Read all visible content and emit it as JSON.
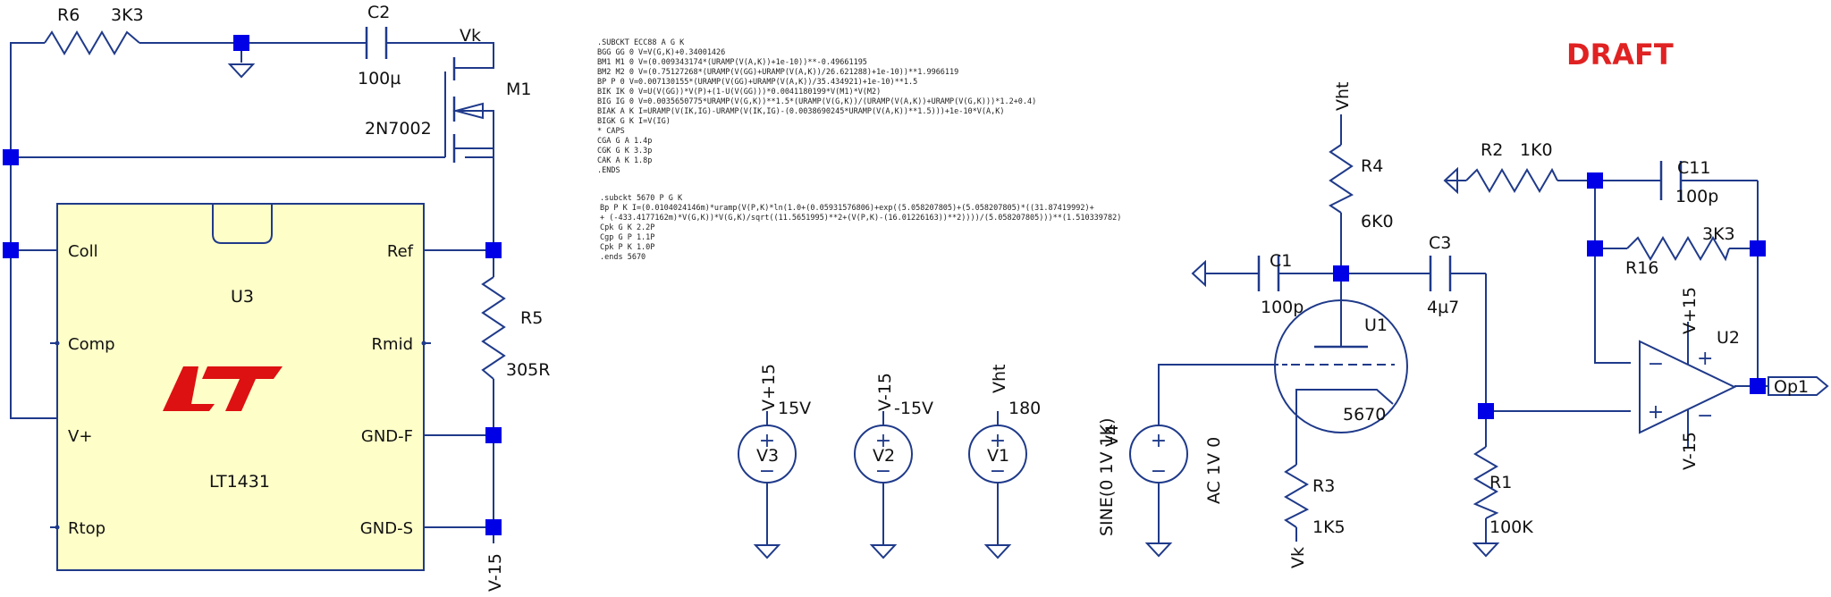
{
  "draft_label": "DRAFT",
  "watermark_logo": "LT",
  "nets": {
    "vk_top": "Vk",
    "vk_bottom": "Vk",
    "vht_r4": "Vht",
    "vht_v1": "Vht",
    "vp15_v3": "V+15",
    "vm15_v2": "V-15",
    "vp15_u2": "V+15",
    "vm15_u2": "V-15",
    "vm15_u3": "V-15",
    "op1": "Op1"
  },
  "components": {
    "R6": {
      "ref": "R6",
      "value": "3K3"
    },
    "C2": {
      "ref": "C2",
      "value": "100µ"
    },
    "M1": {
      "ref": "M1",
      "value": "2N7002"
    },
    "U3": {
      "ref": "U3",
      "value": "LT1431",
      "pins": {
        "coll": "Coll",
        "comp": "Comp",
        "vplus": "V+",
        "rtop": "Rtop",
        "ref": "Ref",
        "rmid": "Rmid",
        "gndf": "GND-F",
        "gnds": "GND-S"
      }
    },
    "R5": {
      "ref": "R5",
      "value": "305R"
    },
    "V3": {
      "ref": "V3",
      "value": "15V"
    },
    "V2": {
      "ref": "V2",
      "value": "-15V"
    },
    "V1": {
      "ref": "V1",
      "value": "180"
    },
    "V4": {
      "ref": "V4",
      "value": "SINE(0 1V 1K)",
      "ac": "AC 1V 0"
    },
    "C1": {
      "ref": "C1",
      "value": "100p"
    },
    "R4": {
      "ref": "R4",
      "value": "6K0"
    },
    "C3": {
      "ref": "C3",
      "value": "4µ7"
    },
    "U1": {
      "ref": "U1",
      "value": "5670"
    },
    "R3": {
      "ref": "R3",
      "value": "1K5"
    },
    "R1": {
      "ref": "R1",
      "value": "100K"
    },
    "R2": {
      "ref": "R2",
      "value": "1K0"
    },
    "C11": {
      "ref": "C11",
      "value": "100p"
    },
    "R16": {
      "ref": "R16",
      "value": "3K3"
    },
    "U2": {
      "ref": "U2"
    }
  },
  "spice_ecc88": [
    ".SUBCKT ECC88 A G K",
    "BGG   GG   0 V=V(G,K)+0.34001426",
    "BM1   M1   0 V=(0.009343174*(URAMP(V(A,K))+1e-10))**-0.49661195",
    "BM2   M2   0 V=(0.75127268*(URAMP(V(GG)+URAMP(V(A,K))/26.621288)+1e-10))**1.9966119",
    "BP    P    0 V=0.007130155*(URAMP(V(GG)+URAMP(V(A,K))/35.434921)+1e-10)**1.5",
    "BIK   IK   0 V=U(V(GG))*V(P)+(1-U(V(GG)))*0.0041180199*V(M1)*V(M2)",
    "BIG   IG   0 V=0.0035650775*URAMP(V(G,K))**1.5*(URAMP(V(G,K))/(URAMP(V(A,K))+URAMP(V(G,K)))*1.2+0.4)",
    "BIAK  A    K I=URAMP(V(IK,IG)-URAMP(V(IK,IG)-(0.0038690245*URAMP(V(A,K))**1.5)))+1e-10*V(A,K)",
    "BIGK  G    K I=V(IG)",
    "* CAPS",
    "CGA   G    A 1.4p",
    "CGK   G    K 3.3p",
    "CAK   A    K 1.8p",
    ".ENDS"
  ],
  "spice_5670": [
    ".subckt 5670 P G K",
    "Bp P K I=(0.0104024146m)*uramp(V(P,K)*ln(1.0+(0.05931576806)+exp((5.058207805)+(5.058207805)*((31.87419992)+",
    "+ (-433.4177162m)*V(G,K))*V(G,K)/sqrt((11.5651995)**2+(V(P,K)-(16.01226163))**2))))/(5.058207805)))**(1.510339782)",
    "Cpk G K 2.2P",
    "Cgp G P 1.1P",
    "Cpk P K 1.0P",
    ".ends 5670"
  ]
}
